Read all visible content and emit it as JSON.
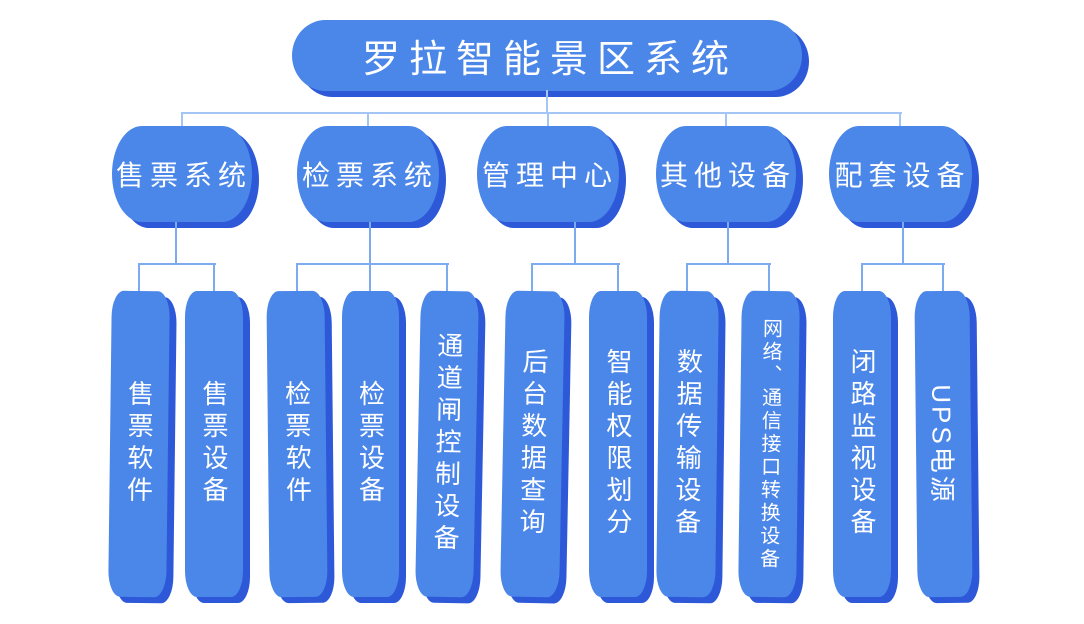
{
  "diagram": {
    "type": "hierarchy-org-chart",
    "title": "罗拉智能景区系统",
    "colors": {
      "node_fill": "#4b86e9",
      "node_shadow": "#2d59d8",
      "connector_level1": "#a3c6f4",
      "connector_level2": "#7dabf0",
      "label_text": "#ffffff",
      "background": "#ffffff"
    },
    "branches": [
      {
        "label": "售票系统",
        "children": [
          "售票软件",
          "售票设备"
        ]
      },
      {
        "label": "检票系统",
        "children": [
          "检票软件",
          "检票设备",
          "通道闸控制设备"
        ]
      },
      {
        "label": "管理中心",
        "children": [
          "后台数据查询",
          "智能权限划分"
        ]
      },
      {
        "label": "其他设备",
        "children": [
          "数据传输设备",
          "网络、通信接口转换设备"
        ]
      },
      {
        "label": "配套设备",
        "children": [
          "闭路监视设备",
          "UPS电源"
        ]
      }
    ]
  }
}
